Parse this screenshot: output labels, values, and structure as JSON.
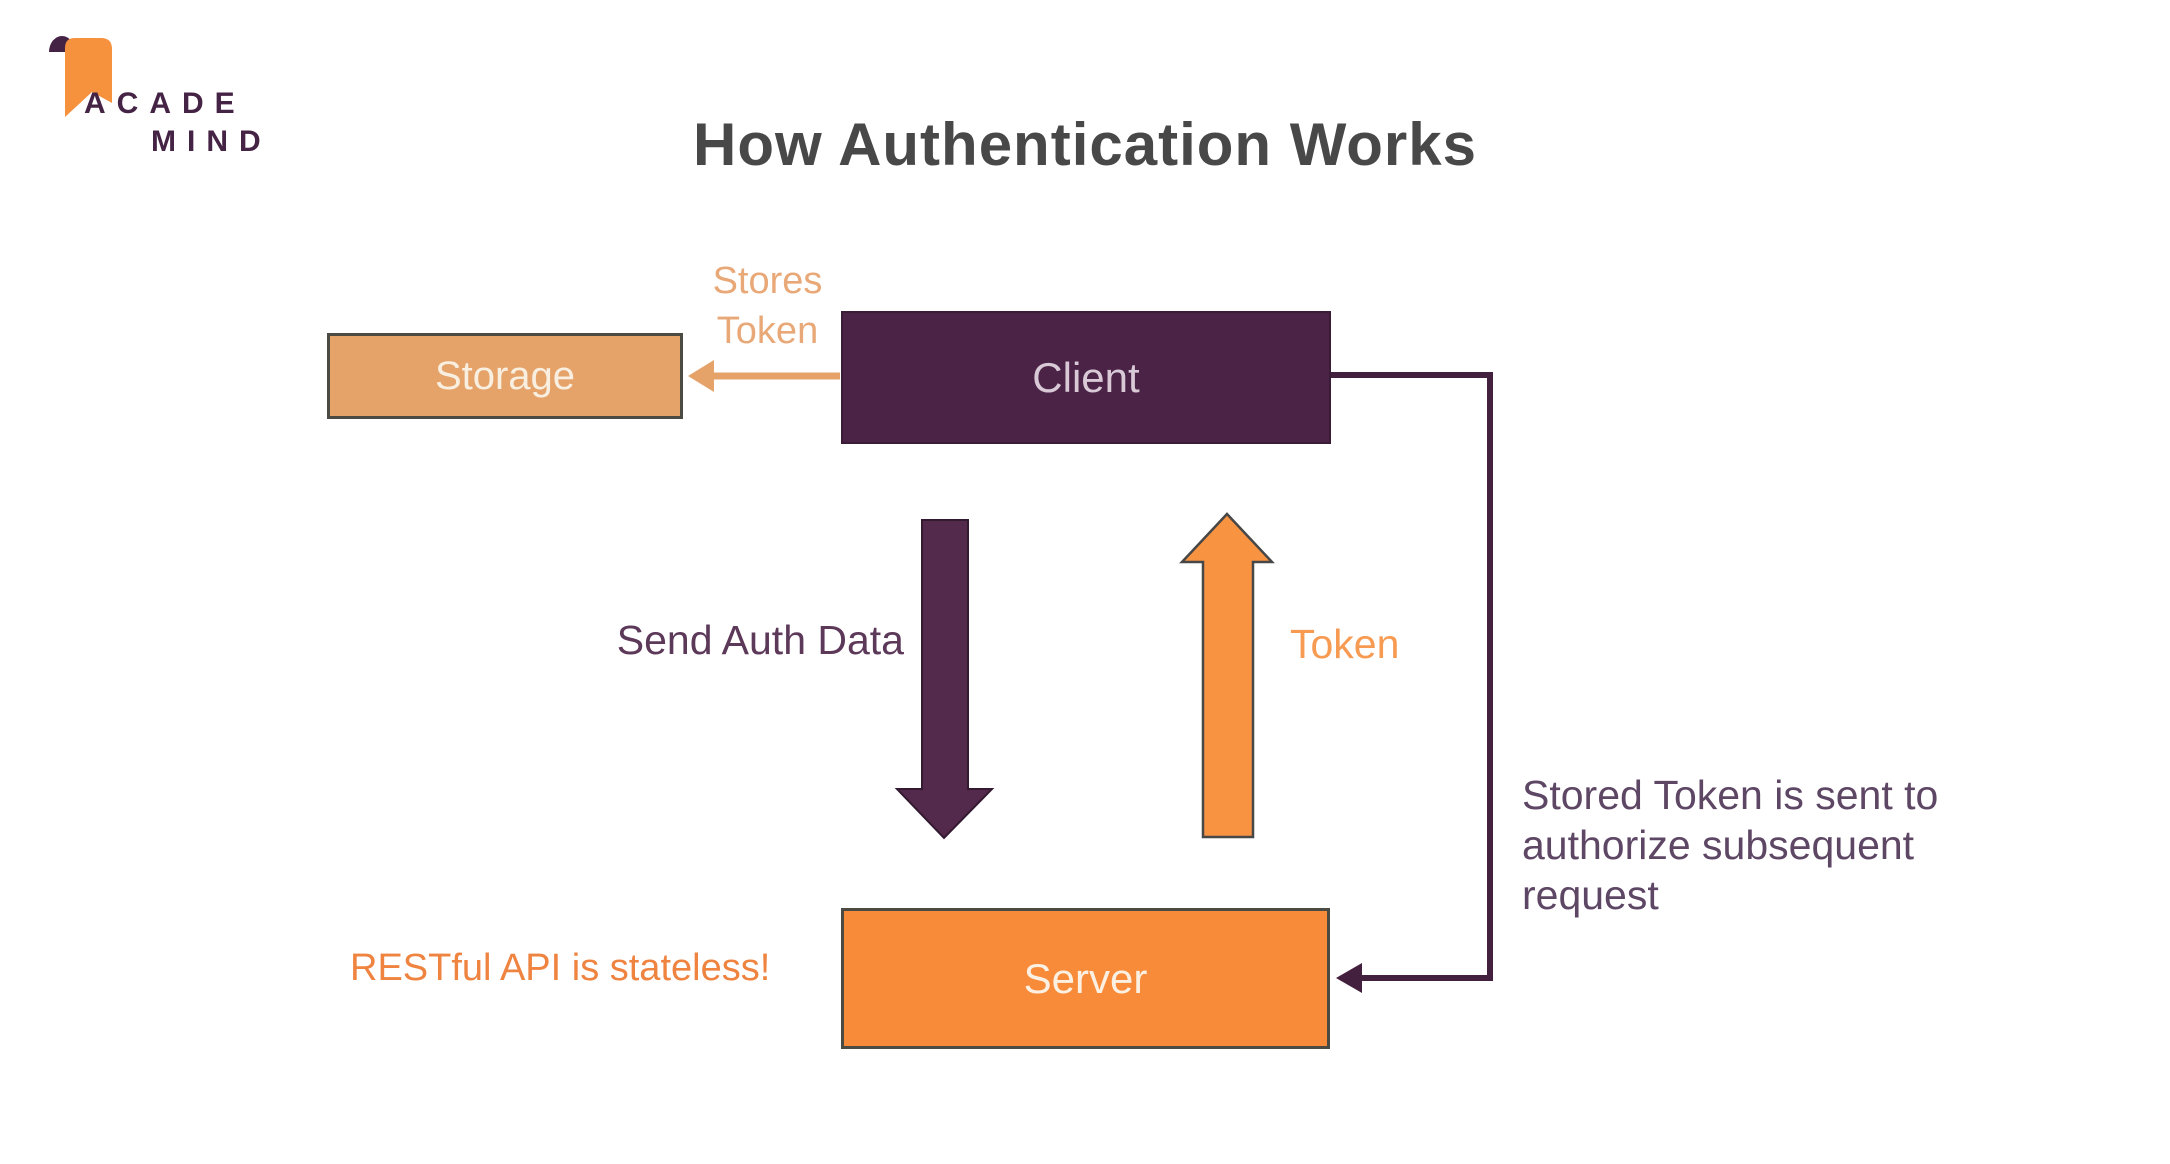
{
  "colors": {
    "title_text": "#484848",
    "client_fill": "#4a2346",
    "client_text": "#d9c9d7",
    "storage_fill": "#e5a369",
    "storage_text": "#f8efe1",
    "server_fill": "#f78b39",
    "server_text": "#fcf0e2",
    "box_border": "#4c4b43",
    "tan_arrow": "#e5a369",
    "stores_label": "#e9a877",
    "purple_arrow": "#53294c",
    "orange_arrow": "#f89342",
    "connector": "#44203f",
    "send_label": "#5c3959",
    "token_label": "#f79a52",
    "rest_label": "#ef8340",
    "stored_label": "#5e4765",
    "logo_purple": "#452345",
    "logo_orange": "#f6913e"
  },
  "logo": {
    "word1": "ACADE",
    "word2": "MIND"
  },
  "title": "How Authentication Works",
  "diagram": {
    "storage": {
      "label": "Storage"
    },
    "client": {
      "label": "Client"
    },
    "server": {
      "label": "Server"
    },
    "labels": {
      "stores_token": "Stores Token",
      "send_auth_data": "Send Auth Data",
      "token": "Token",
      "restful": "RESTful API is stateless!",
      "stored_token": "Stored Token is sent to authorize subsequent request"
    }
  }
}
